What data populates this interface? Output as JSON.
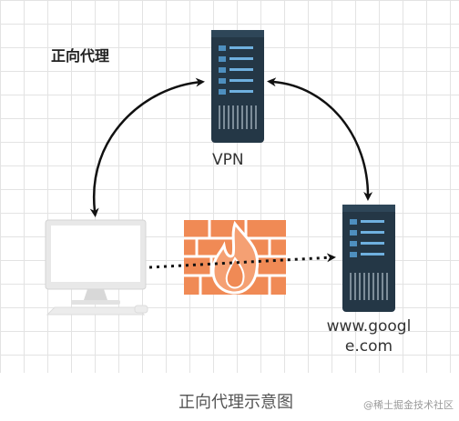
{
  "diagram": {
    "title": "正向代理",
    "vpn_label": "VPN",
    "target_label_line1": "www.googl",
    "target_label_line2": "e.com",
    "caption": "正向代理示意图",
    "watermark": "@稀土掘金技术社区"
  },
  "colors": {
    "server_body": "#243746",
    "server_accent": "#4e8fbf",
    "firewall_brick": "#f08a55",
    "flame": "#e86a3a",
    "monitor_frame": "#e8e8e8",
    "arrow": "#111111"
  },
  "icons": [
    "server-icon",
    "computer-icon",
    "firewall-icon"
  ]
}
